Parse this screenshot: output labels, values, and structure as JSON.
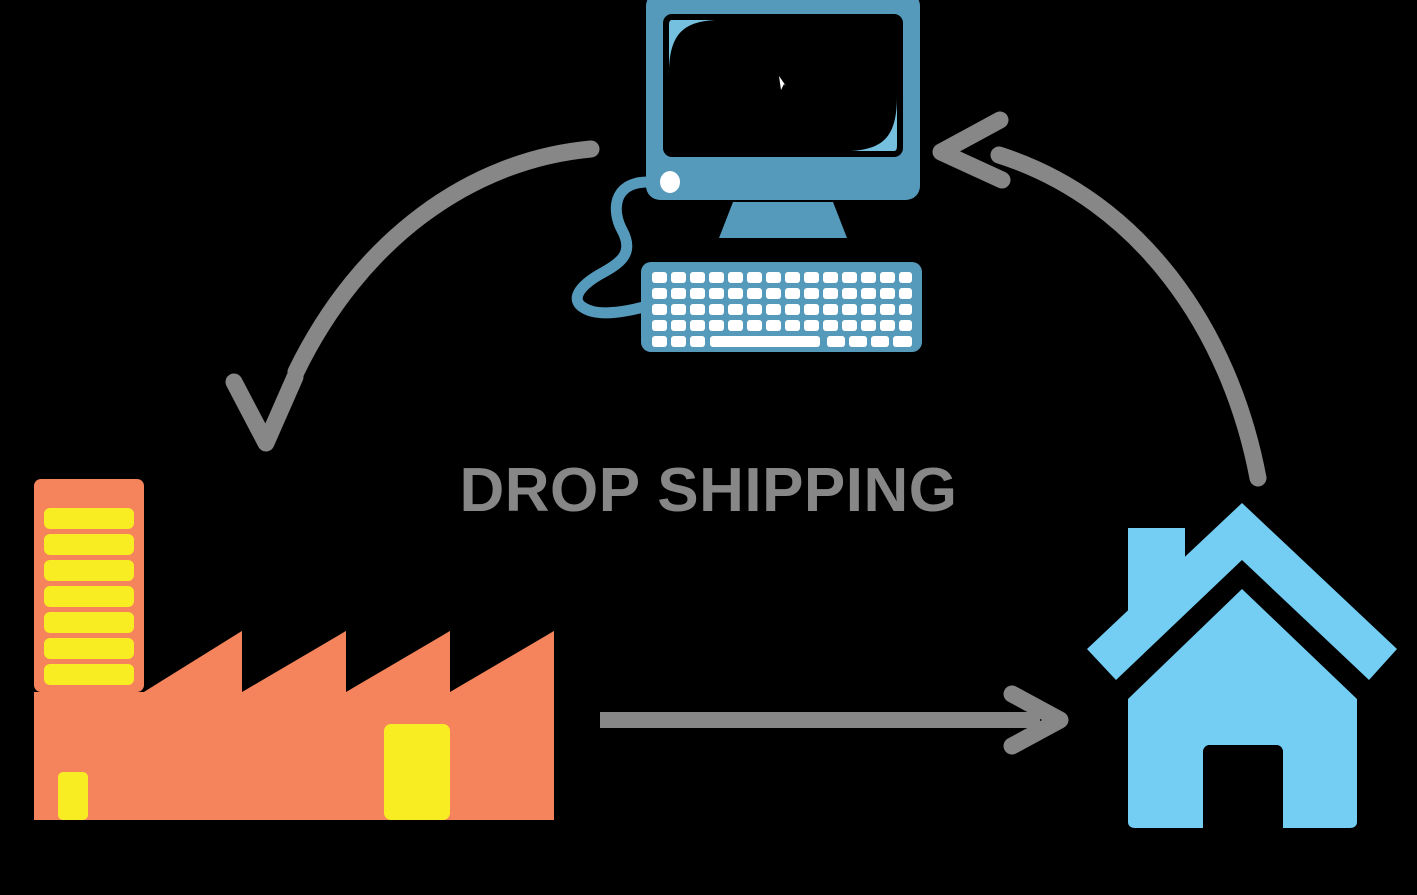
{
  "diagram": {
    "title": "DROP SHIPPING",
    "background_color": "#000000",
    "title_color": "#878787"
  },
  "colors": {
    "arrow_gray": "#878787",
    "monitor_blue": "#5599BB",
    "monitor_accent_blue": "#74C0DE",
    "house_blue": "#74CDF2",
    "factory_salmon": "#F5835C",
    "factory_yellow": "#F7ED22",
    "key_white": "#FFFFFF",
    "screen_dark": "#000000"
  },
  "nodes": {
    "computer": {
      "label": "computer",
      "monitor_screen_label": "monitor-screen",
      "stand_label": "monitor-stand",
      "keyboard_label": "keyboard",
      "cable_label": "keyboard-cable",
      "power_dot_label": "power-indicator",
      "cursor_label": "screen-cursor",
      "keyboard_rows": 5,
      "keys_per_row": 14
    },
    "factory": {
      "label": "factory",
      "tower_label": "factory-tower",
      "tower_window_count": 7,
      "roof_peaks": 4,
      "doors": 2,
      "small_door_label": "factory-small-door",
      "large_door_label": "factory-large-door"
    },
    "house": {
      "label": "house",
      "roof_label": "house-roof",
      "chimney_label": "house-chimney",
      "door_label": "house-door",
      "body_label": "house-body"
    }
  },
  "arrows": {
    "computer_to_factory": {
      "name": "arrow-computer-to-factory",
      "direction": "down-left",
      "style": "curved"
    },
    "factory_to_house": {
      "name": "arrow-factory-to-house",
      "direction": "right",
      "style": "straight"
    },
    "house_to_computer": {
      "name": "arrow-house-to-computer",
      "direction": "up-left",
      "style": "curved"
    }
  }
}
